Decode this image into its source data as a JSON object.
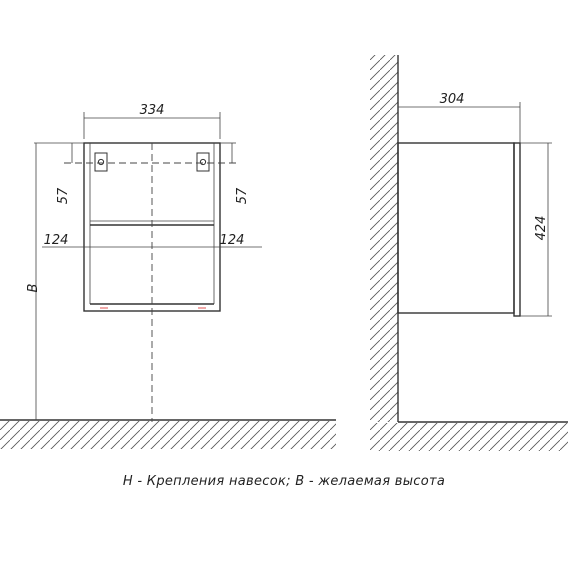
{
  "front_view": {
    "width_label": "334",
    "left_offset_label": "57",
    "right_offset_label": "57",
    "left_horizontal_label": "124",
    "right_horizontal_label": "124",
    "height_label": "B"
  },
  "side_view": {
    "depth_label": "304",
    "height_label": "424"
  },
  "caption": "H - Крепления навесок; B - желаемая высота"
}
